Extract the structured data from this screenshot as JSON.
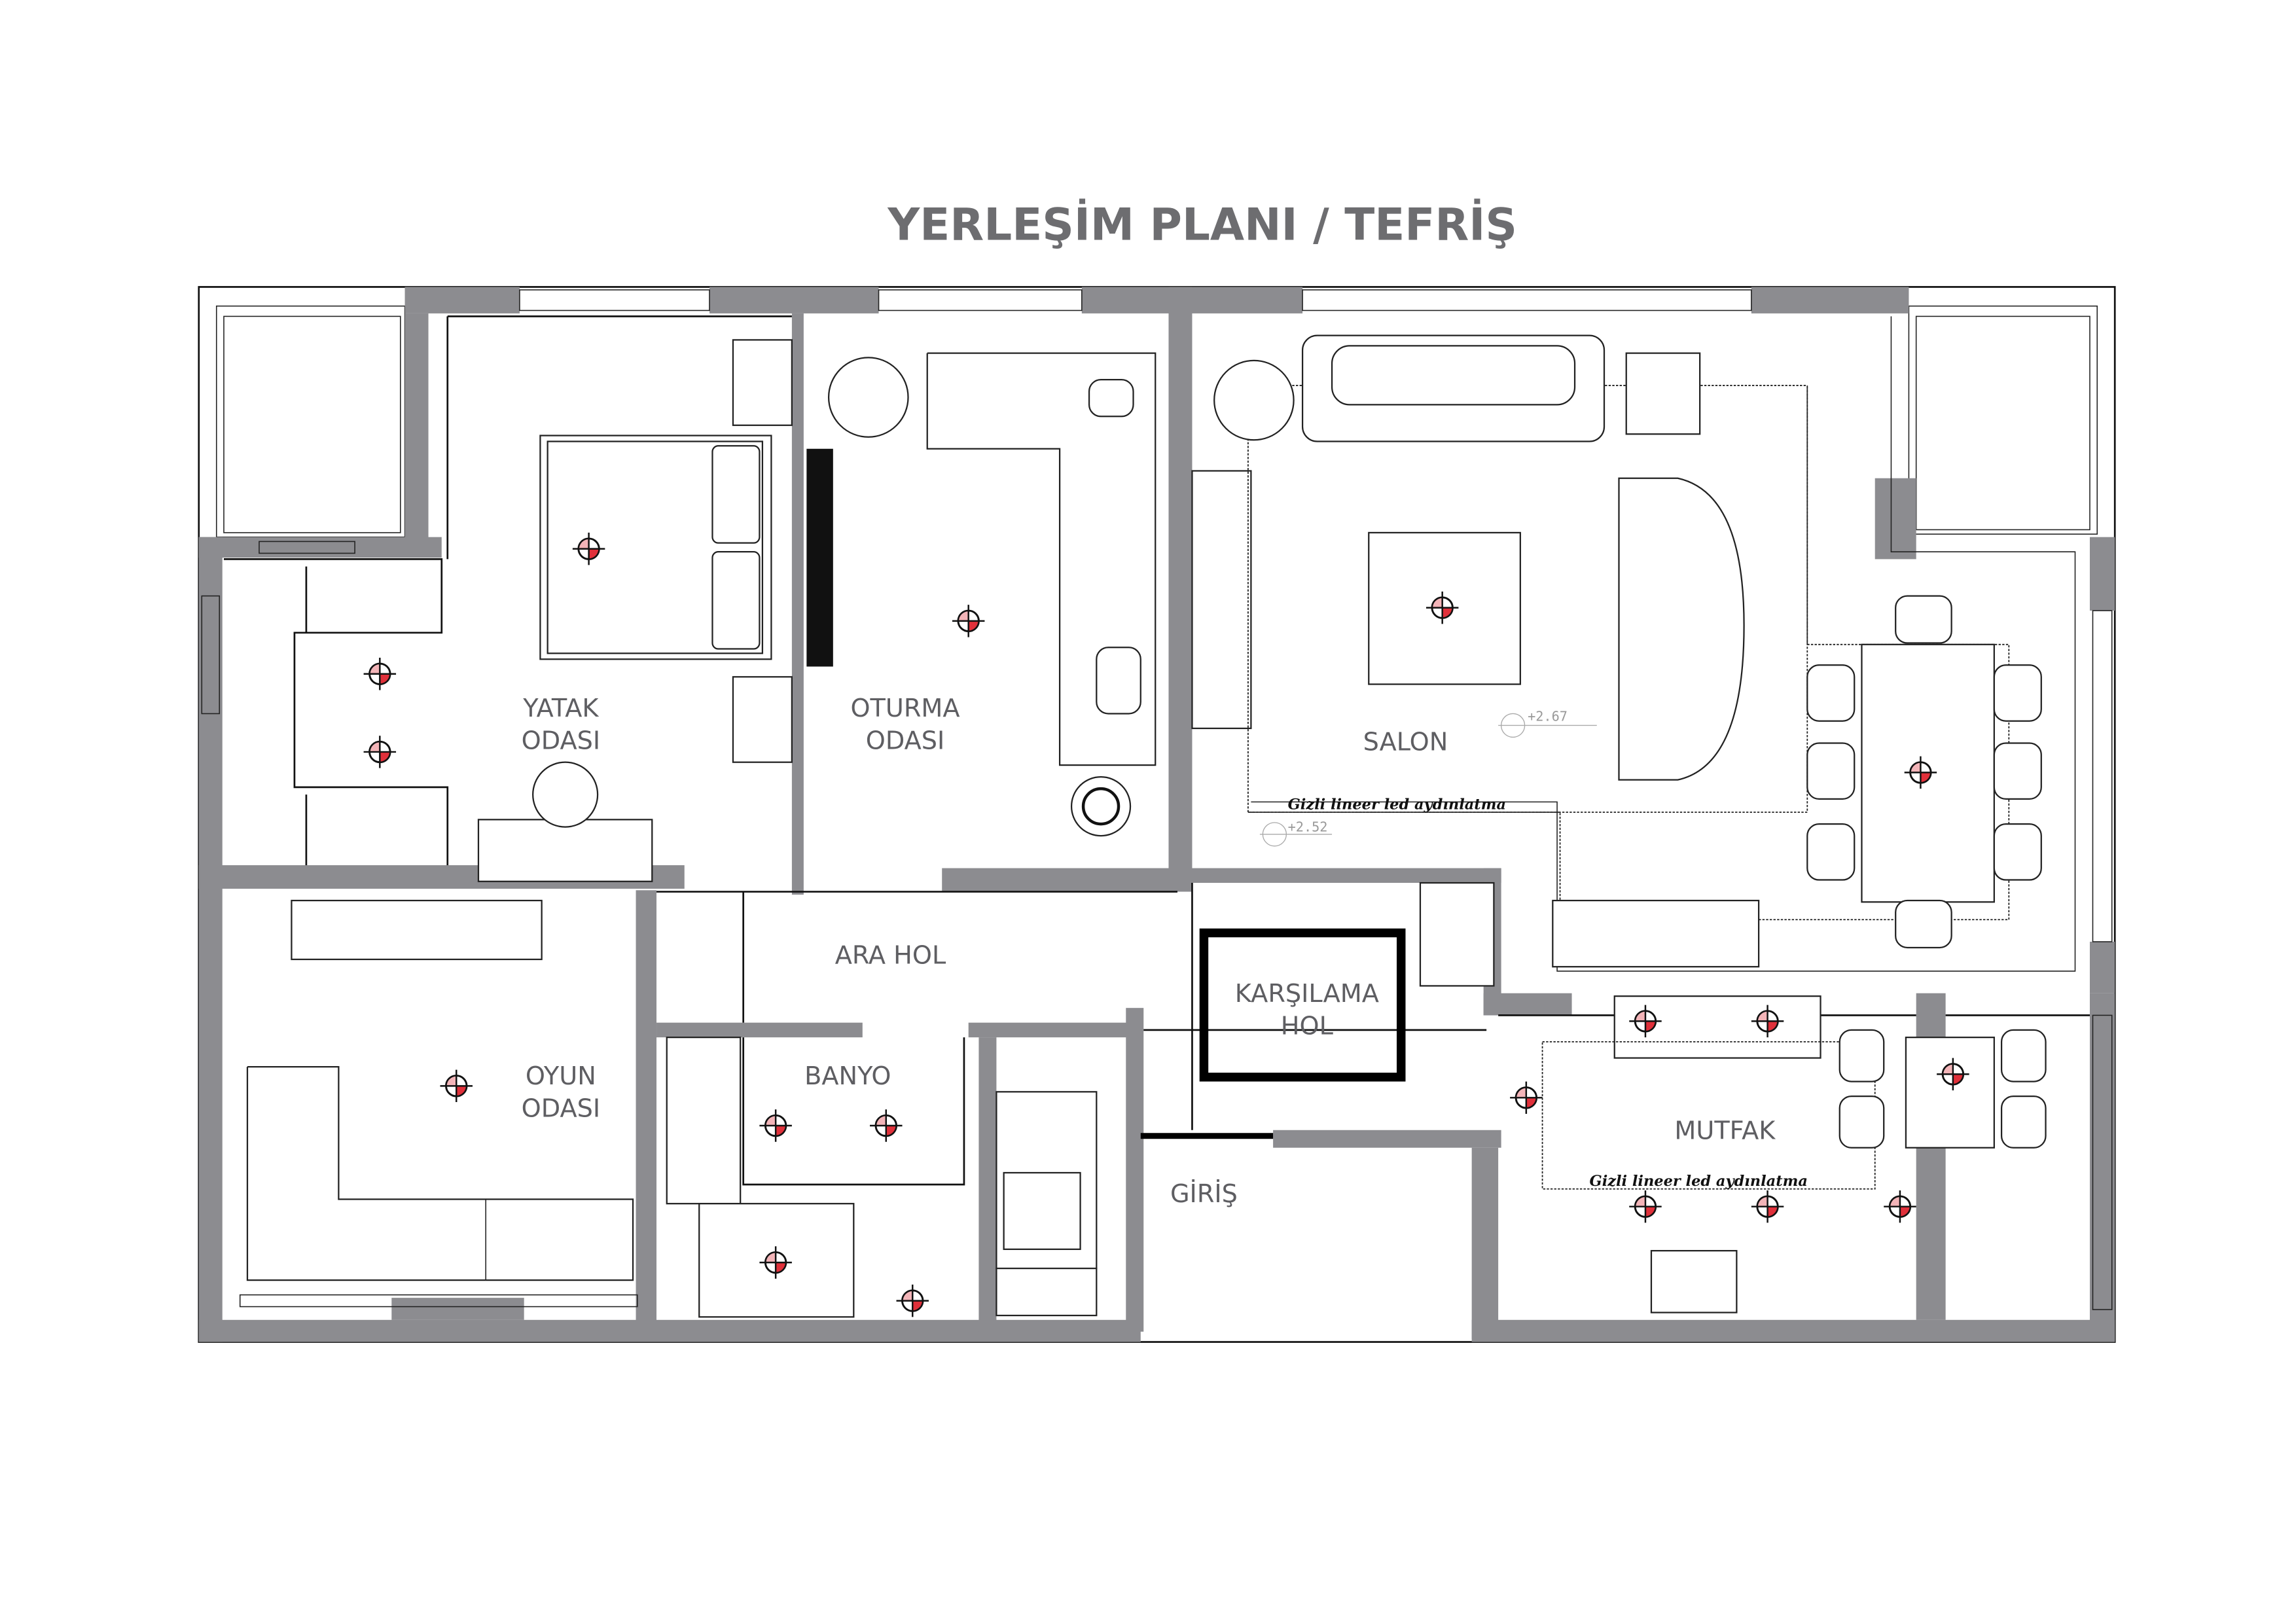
{
  "title": "YERLEŞİM PLANI / TEFRİŞ",
  "rooms": {
    "yatak": [
      "YATAK",
      "ODASI"
    ],
    "oturma": [
      "OTURMA",
      "ODASI"
    ],
    "salon": [
      "SALON"
    ],
    "ara_hol": [
      "ARA HOL"
    ],
    "karsilama": [
      "KARŞILAMA",
      "HOL"
    ],
    "oyun": [
      "OYUN",
      "ODASI"
    ],
    "banyo": [
      "BANYO"
    ],
    "mutfak": [
      "MUTFAK"
    ],
    "giris": [
      "GİRİŞ"
    ]
  },
  "annotations": {
    "salon_led": "Gizli lineer led aydınlatma",
    "mutfak_led": "Gizli lineer led aydınlatma"
  },
  "elevations": {
    "salon_ceiling": "+2.67",
    "salon_perimeter": "+2.52"
  },
  "colors": {
    "wall": "#8c8c90",
    "light_marker": "#e0303a",
    "text": "#5e5e62"
  }
}
